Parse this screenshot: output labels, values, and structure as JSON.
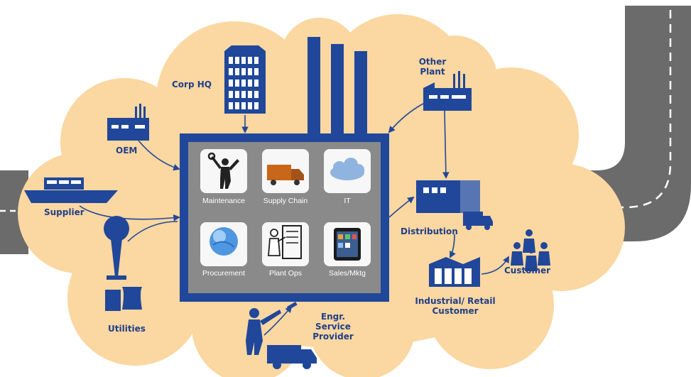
{
  "colors": {
    "cloud": "#fbd7a1",
    "blue": "#20479a",
    "road": "#6b6b6b",
    "panel_grey": "#8a8a8a",
    "tile_bg": "#f7f7f7",
    "label": "#1f3f8a"
  },
  "labels": {
    "corp_hq": "Corp HQ",
    "other_plant": "Other Plant",
    "oem": "OEM",
    "supplier": "Supplier",
    "utilities": "Utilities",
    "engr_service_provider": "Engr. Service Provider",
    "distribution": "Distribution",
    "customer": "Customer",
    "industrial_retail_customer": "Industrial/ Retail Customer"
  },
  "functions": [
    {
      "label": "Maintenance",
      "icon": "worker-wrench-icon"
    },
    {
      "label": "Supply Chain",
      "icon": "truck-icon"
    },
    {
      "label": "IT",
      "icon": "cloud-icon"
    },
    {
      "label": "Procurement",
      "icon": "globe-icon"
    },
    {
      "label": "Plant Ops",
      "icon": "operator-panel-icon"
    },
    {
      "label": "Sales/Mktg",
      "icon": "tablet-icon"
    }
  ]
}
